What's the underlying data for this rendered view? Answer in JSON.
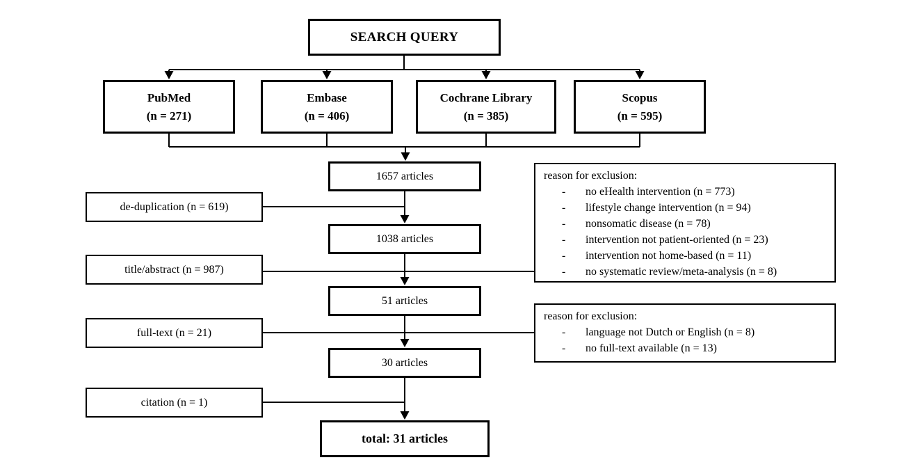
{
  "diagram": {
    "title_box": {
      "label": "SEARCH QUERY"
    },
    "bullet_char": "-",
    "databases": [
      {
        "name": "PubMed",
        "count": "(n = 271)"
      },
      {
        "name": "Embase",
        "count": "(n = 406)"
      },
      {
        "name": "Cochrane Library",
        "count": "(n = 385)"
      },
      {
        "name": "Scopus",
        "count": "(n = 595)"
      }
    ],
    "stages": [
      {
        "label": "1657 articles"
      },
      {
        "label": "1038 articles"
      },
      {
        "label": "51 articles"
      },
      {
        "label": "30 articles"
      }
    ],
    "total_box": {
      "label": "total: 31 articles"
    },
    "filters": [
      {
        "label": "de-duplication (n = 619)"
      },
      {
        "label": "title/abstract (n = 987)"
      },
      {
        "label": "full-text (n = 21)"
      },
      {
        "label": "citation (n = 1)"
      }
    ],
    "exclusions": [
      {
        "title": "reason for exclusion:",
        "items": [
          "no eHealth intervention (n = 773)",
          "lifestyle change intervention (n = 94)",
          "nonsomatic disease (n = 78)",
          "intervention not patient-oriented (n = 23)",
          "intervention not home-based (n = 11)",
          "no systematic review/meta-analysis (n = 8)"
        ]
      },
      {
        "title": "reason for exclusion:",
        "items": [
          "language not Dutch or English (n = 8)",
          "no full-text available (n = 13)"
        ]
      }
    ],
    "colors": {
      "line": "#000000",
      "box_border": "#000000",
      "text": "#000000",
      "background": "#ffffff"
    }
  }
}
